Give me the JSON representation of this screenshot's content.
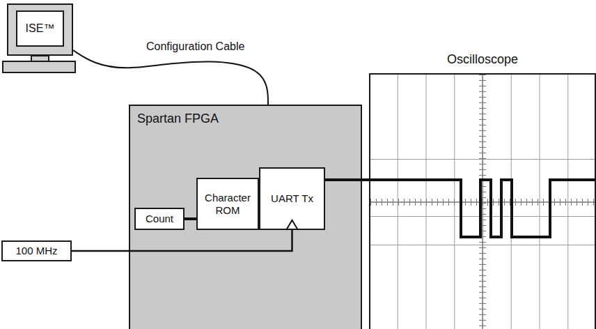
{
  "diagram": {
    "nodes": [
      {
        "text": [
          "ISE™"
        ]
      },
      {
        "text": [
          "Spartan FPGA"
        ]
      },
      {
        "text": [
          "Count"
        ],
        "in": 1
      },
      {
        "text": [
          "Character ROM"
        ],
        "in": 1
      },
      {
        "text": [
          "UART Tx"
        ],
        "in": 1
      },
      {
        "text": [
          "100 MHz"
        ]
      },
      {
        "text": [
          "Oscilloscope"
        ]
      }
    ],
    "edges": [
      {
        "from": 0,
        "to": 1,
        "label": "Configuration Cable",
        "arrow": "none"
      },
      {
        "from": 2,
        "to": 3,
        "arrow": "none"
      },
      {
        "from": 3,
        "to": 4,
        "arrow": "none"
      },
      {
        "from": 5,
        "to": 4,
        "arrow": "none"
      },
      {
        "from": 4,
        "to": 6,
        "arrow": "none"
      }
    ]
  }
}
